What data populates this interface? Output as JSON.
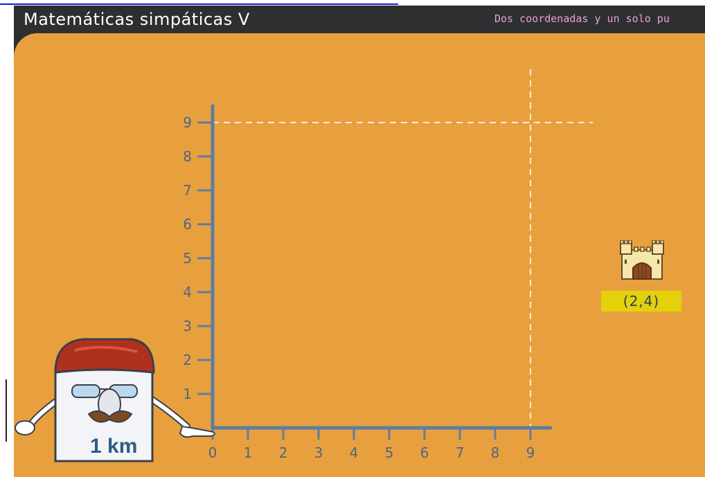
{
  "app": {
    "title": "Matemáticas simpáticas V",
    "subtitle": "Dos coordenadas y un solo pu"
  },
  "grid": {
    "x_ticks": [
      "0",
      "1",
      "2",
      "3",
      "4",
      "5",
      "6",
      "7",
      "8",
      "9"
    ],
    "y_ticks": [
      "1",
      "2",
      "3",
      "4",
      "5",
      "6",
      "7",
      "8",
      "9"
    ],
    "guide_x": 9,
    "guide_y": 9
  },
  "target": {
    "coordinate_label": "(2,4)",
    "icon": "castle-icon"
  },
  "mascot": {
    "label": "1 km"
  },
  "colors": {
    "board": "#e8a03f",
    "header": "#2e2f31",
    "axis": "#5d7da1",
    "label": "#4e6683",
    "badge": "#e3d10a",
    "subtitle": "#e9a2d6"
  }
}
